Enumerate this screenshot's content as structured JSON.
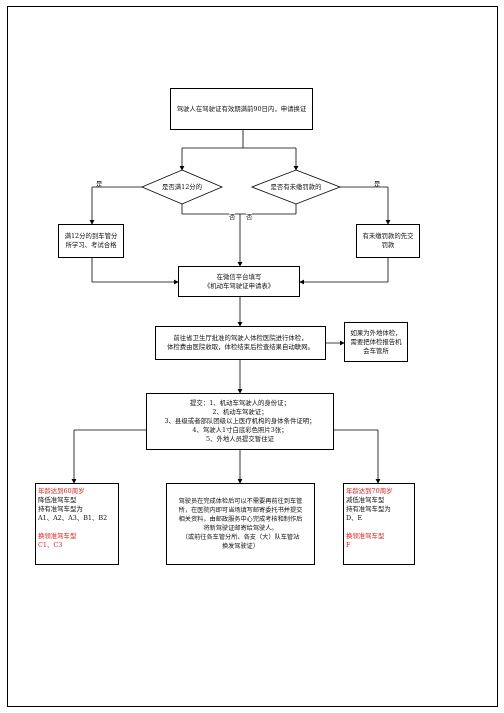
{
  "diagram": {
    "start": "驾驶人在驾驶证有效期满前90日内，申请换证",
    "decision_left": "是否满12分的",
    "decision_right": "是否有未缴罚款的",
    "label_yes_left": "是",
    "label_yes_right": "是",
    "label_no_left": "否",
    "label_no_right": "否",
    "left_action": "满12分的到车管分所学习、考试合格",
    "right_action": "有未缴罚款的先交罚款",
    "wechat": {
      "line1": "在微信平台填写",
      "line2": "《机动车驾驶证申请表》"
    },
    "physical": {
      "line1": "前往省卫生厅批准的驾驶人体检医院进行体检，",
      "line2": "体检费由医院收取，体检结束后检查结果自动联网。"
    },
    "out_of_town": "如果为外地体检，需要把体检报告机会车管所",
    "submit": {
      "line1": "提交：1、机动车驾驶人的身份证；",
      "line2": "2、机动车驾驶证；",
      "line3": "3、县级或者部队团级以上医疗机构的身体条件证明；",
      "line4": "4、驾驶人1寸白底彩色照片3张；",
      "line5": "5、外地人员提交暂住证"
    },
    "left_note": {
      "line1_red": "年龄达到60周岁",
      "line2": "降低准驾车型",
      "line3": "持有准驾车型为",
      "line4": "A1、A2、A3、B1、B2",
      "line5_red": "换领准驾车型",
      "line6_red": "C1、C3"
    },
    "center_final": {
      "line1": "驾驶员在完成体检后可以不需要再前往到车管",
      "line2": "所，在医院内即可当场填写邮寄委托书并提交",
      "line3": "相关资料，由邮政服务中心完成考核和制作后",
      "line4": "将新驾驶证邮寄给驾驶人。",
      "line5": "（或前往各车管分所、各支（大）队车管站",
      "line6": "换发驾驶证）"
    },
    "right_note": {
      "line1_red": "年龄达到70周岁",
      "line2": "减低准驾车型",
      "line3": "持有准驾车型为",
      "line4": "D、E",
      "line5_red": "换领准驾车型",
      "line6_red": "F"
    }
  }
}
